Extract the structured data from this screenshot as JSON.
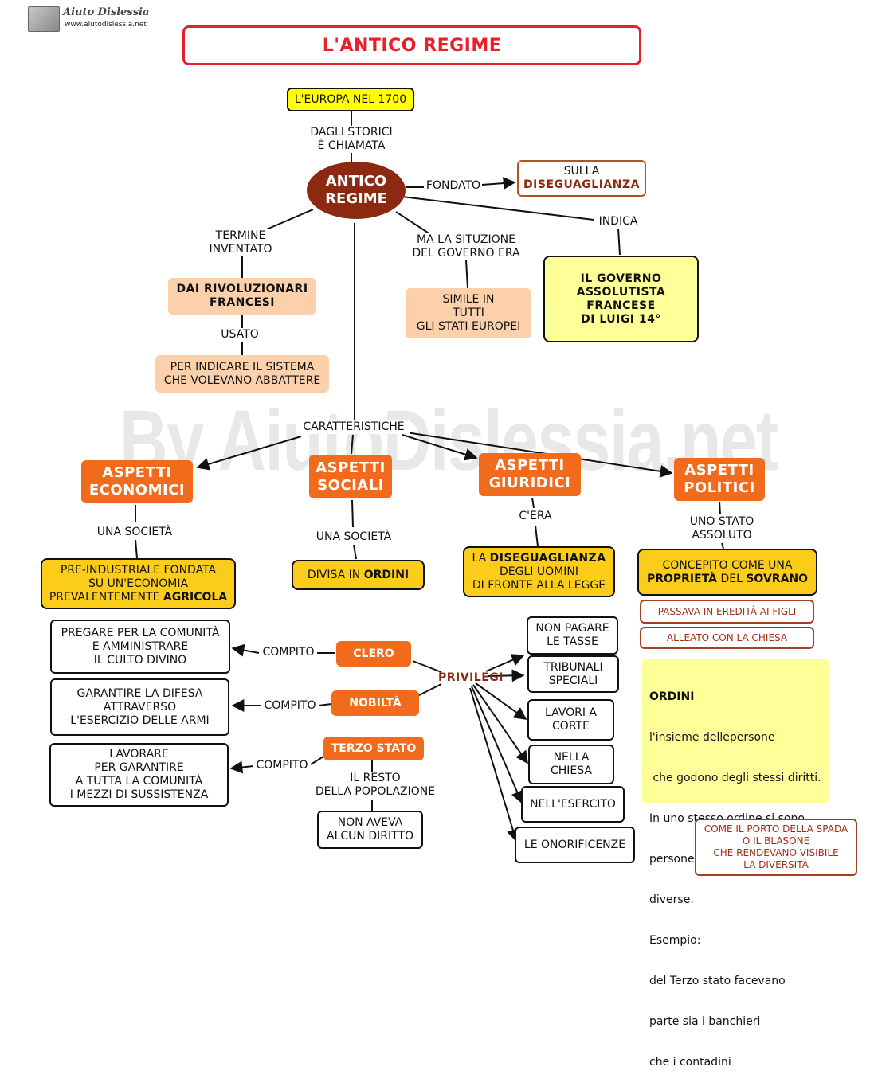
{
  "logo": {
    "name": "Aiuto Dislessia",
    "url": "www.aiutodislessia.net"
  },
  "watermark": "By AiutoDislessia.net",
  "title": "L'ANTICO REGIME",
  "europa": "L'EUROPA NEL 1700",
  "chiamata": [
    "DAGLI STORICI",
    "È CHIAMATA"
  ],
  "center": [
    "ANTICO",
    "REGIME"
  ],
  "fondato": "FONDATO",
  "sulla": "SULLA",
  "disuguaglianza_top": "DISEGUAGLIANZA",
  "indica": "INDICA",
  "governo": [
    "IL GOVERNO",
    "ASSOLUTISTA",
    "FRANCESE",
    "DI LUIGI 14°"
  ],
  "termine": [
    "TERMINE",
    "INVENTATO"
  ],
  "rivoluzionari": [
    "DAI RIVOLUZIONARI",
    "FRANCESI"
  ],
  "usato": "USATO",
  "indicare": [
    "PER INDICARE IL SISTEMA",
    "CHE VOLEVANO ABBATTERE"
  ],
  "situzione": [
    "MA LA SITUZIONE",
    "DEL GOVERNO ERA"
  ],
  "simile": [
    "SIMILE IN",
    "TUTTI",
    "GLI STATI EUROPEI"
  ],
  "caratteristiche": "CARATTERISTICHE",
  "economici": [
    "ASPETTI",
    "ECONOMICI"
  ],
  "sociali": [
    "ASPETTI",
    "SOCIALI"
  ],
  "giuridici": [
    "ASPETTI",
    "GIURIDICI"
  ],
  "politici": [
    "ASPETTI",
    "POLITICI"
  ],
  "una_societa_1": "UNA SOCIETÀ",
  "una_societa_2": "UNA SOCIETÀ",
  "cera": "C'ERA",
  "stato_assoluto": [
    "UNO STATO",
    "ASSOLUTO"
  ],
  "preindustriale": {
    "l1": "PRE-INDUSTRIALE FONDATA",
    "l2": "SU UN'ECONOMIA",
    "l3a": "PREVALENTEMENTE ",
    "l3b": "AGRICOLA"
  },
  "divisa": {
    "a": "DIVISA IN ",
    "b": "ORDINI"
  },
  "giur_box": {
    "a": "LA ",
    "b": "DISEGUAGLIANZA",
    "l2": "DEGLI UOMINI",
    "l3": "DI FRONTE ALLA LEGGE"
  },
  "concepito": {
    "l1": "CONCEPITO COME UNA",
    "b1": "PROPRIETÀ",
    "mid": " DEL ",
    "b2": "SOVRANO"
  },
  "passava": "PASSAVA IN EREDITÀ AI FIGLI",
  "alleato": "ALLEATO CON LA CHIESA",
  "clero": "CLERO",
  "nobilta": "NOBILTÀ",
  "terzo": "TERZO STATO",
  "compito": "COMPITO",
  "pregare": [
    "PREGARE PER LA COMUNITÀ",
    "E AMMINISTRARE",
    "IL CULTO DIVINO"
  ],
  "difesa": [
    "GARANTIRE LA DIFESA",
    "ATTRAVERSO",
    "L'ESERCIZIO DELLE ARMI"
  ],
  "lavorare": [
    "LAVORARE",
    "PER GARANTIRE",
    "A TUTTA LA COMUNITÀ",
    "I MEZZI DI SUSSISTENZA"
  ],
  "resto": [
    "IL RESTO",
    "DELLA POPOLAZIONE"
  ],
  "diritto": [
    "NON AVEVA",
    "ALCUN DIRITTO"
  ],
  "privilegi": "PRIVILEGI",
  "priv_items": [
    [
      "NON PAGARE",
      "LE TASSE"
    ],
    [
      "TRIBUNALI",
      "SPECIALI"
    ],
    [
      "LAVORI A",
      "CORTE"
    ],
    [
      "NELLA",
      "CHIESA"
    ],
    [
      "NELL'ESERCITO"
    ],
    [
      "LE ONORIFICENZE"
    ]
  ],
  "ordini_note": {
    "title": "ORDINI",
    "lines": [
      "l'insieme dellepersone",
      " che godono degli stessi diritti.",
      "In uno stesso ordine si sono",
      "persone di ricchezze",
      "diverse.",
      "Esempio:",
      "del Terzo stato facevano",
      "parte sia i banchieri",
      "che i contadini"
    ]
  },
  "porto": [
    "COME IL PORTO DELLA SPADA",
    "O IL BLASONE",
    "CHE RENDEVANO VISIBILE",
    "LA DIVERSITÀ"
  ],
  "colors": {
    "orange": "#f26a1b",
    "brown": "#8b2a10",
    "title_red": "#e8202a",
    "peach": "#fbd0aa",
    "yellow": "#fccc1a",
    "pale_yellow": "#ffff99"
  }
}
